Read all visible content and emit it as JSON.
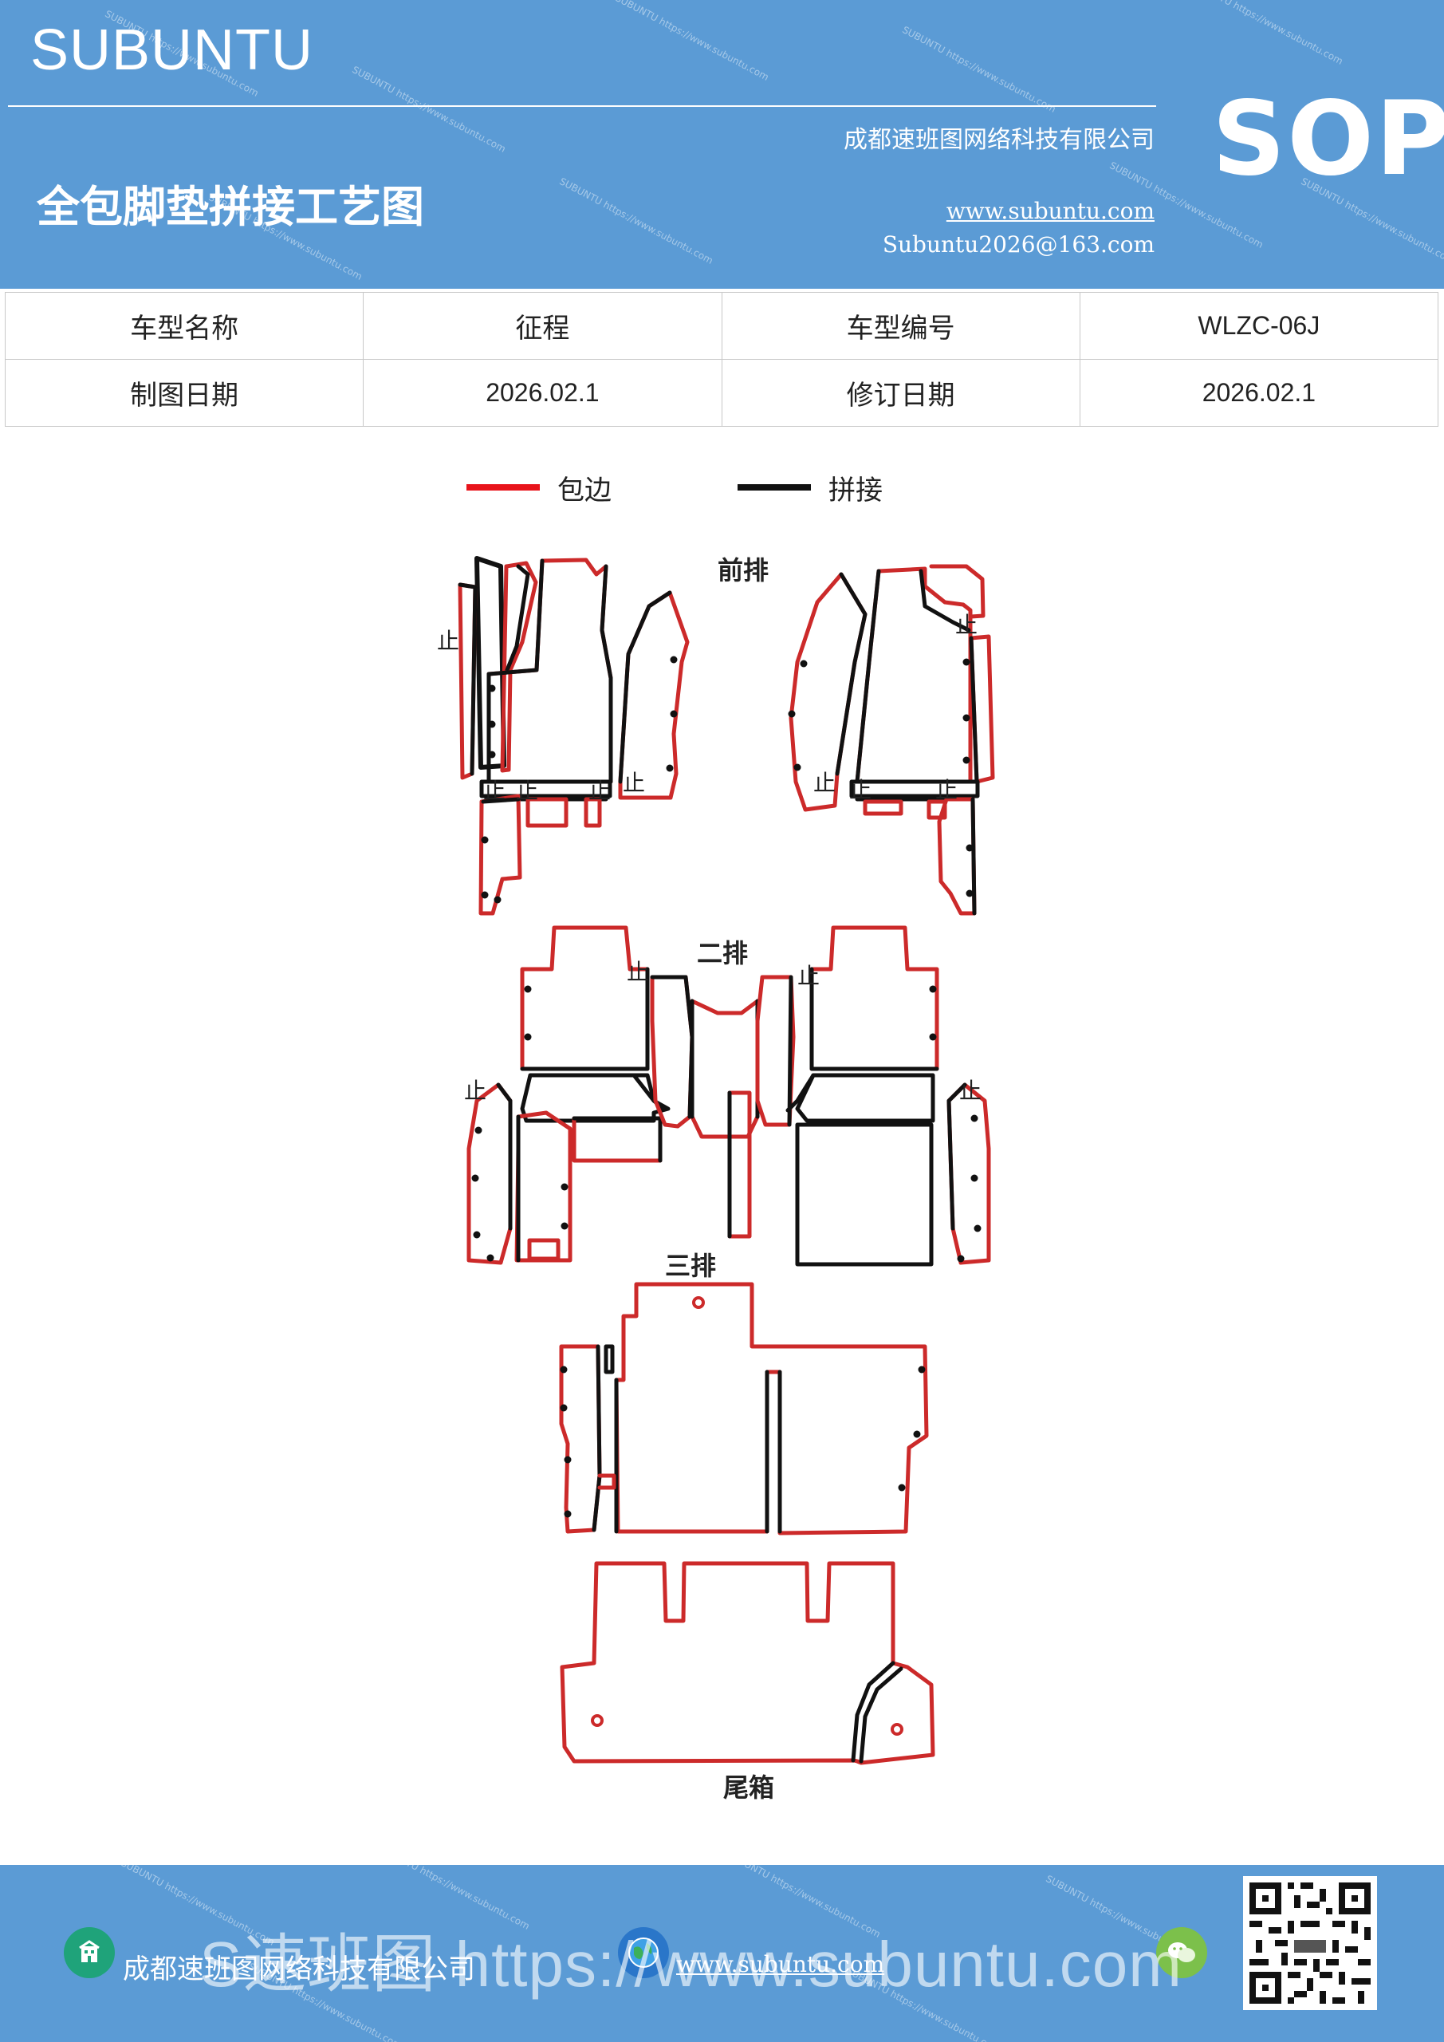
{
  "header": {
    "brand": "SUBUNTU",
    "company": "成都速班图网络科技有限公司",
    "title": "全包脚垫拼接工艺图",
    "website": "www.subuntu.com",
    "email": "Subuntu2026@163.com",
    "badge": "SOP",
    "watermark": "SUBUNTU https://www.subuntu.com"
  },
  "info_table": {
    "rows": [
      [
        "车型名称",
        "征程",
        "车型编号",
        "WLZC-06J"
      ],
      [
        "制图日期",
        "2026.02.1",
        "修订日期",
        "2026.02.1"
      ]
    ]
  },
  "legend": {
    "items": [
      {
        "label": "包边",
        "color": "#e8141b"
      },
      {
        "label": "拼接",
        "color": "#111111"
      }
    ]
  },
  "diagram": {
    "sections": {
      "front": "前排",
      "second": "二排",
      "third": "三排",
      "trunk": "尾箱"
    },
    "stop_mark": "止",
    "colors": {
      "edge": "#cc2a2a",
      "seam": "#111111"
    }
  },
  "footer": {
    "company": "成都速班图网络科技有限公司",
    "website": "www.subuntu.com",
    "overlay": "S速班图 https://www.subuntu.com",
    "icons": [
      "building-icon",
      "globe-icon",
      "wechat-icon",
      "qr-code"
    ]
  }
}
